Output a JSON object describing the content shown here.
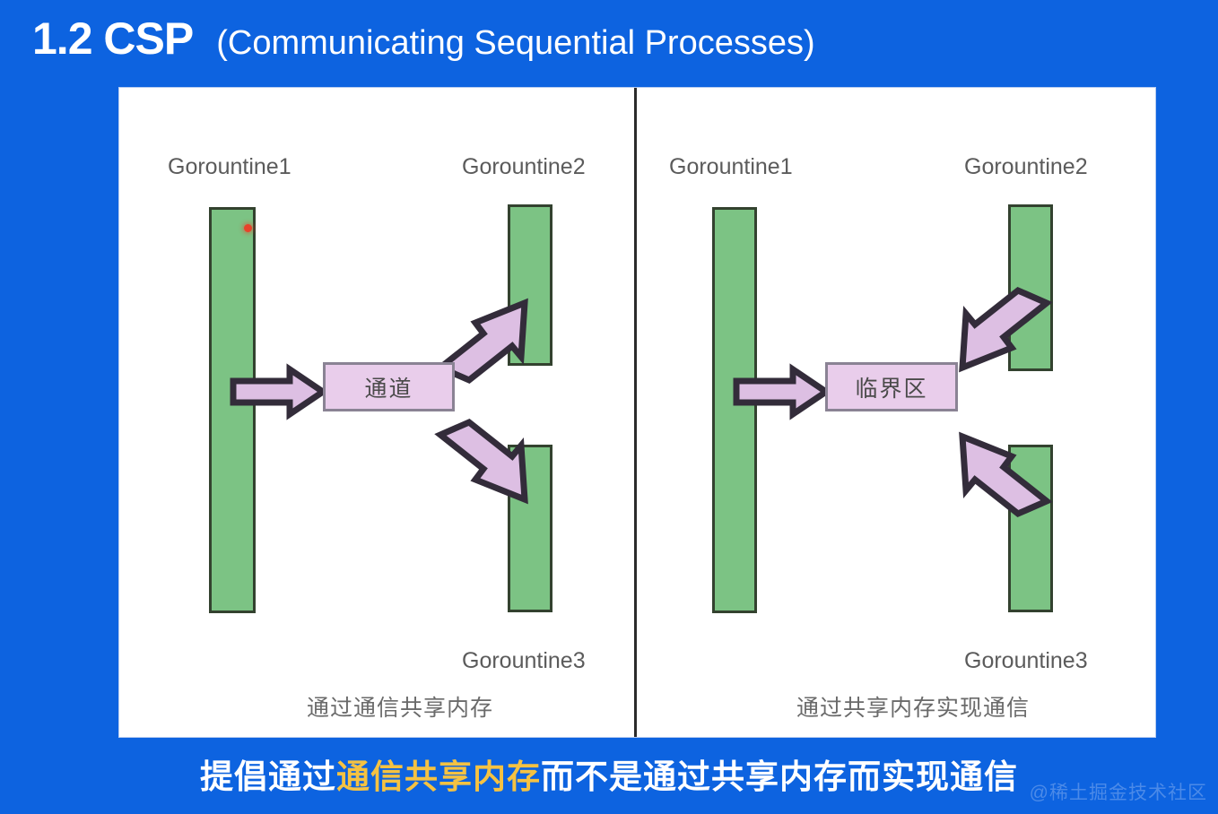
{
  "slide": {
    "background_color": "#0d63e0",
    "title": {
      "number": "1.2 CSP",
      "subtitle": "(Communicating Sequential Processes)"
    }
  },
  "colors": {
    "background_blue": "#0d63e0",
    "board_white": "#ffffff",
    "bar_green": "#7cc384",
    "bar_outline": "#33422f",
    "arrow_purple": "#ddbfe3",
    "arrow_outline": "#332c3a",
    "box_purple": "#e9cdeb",
    "box_outline": "#8a8394",
    "label_gray": "#5b5b5b",
    "caption_gray": "#6a6a6a",
    "highlight_gold": "#f5c242",
    "cursor_red": "#e8422a"
  },
  "left_panel": {
    "name": "communication-shares-memory",
    "labels": {
      "goroutine1": "Gorountine1",
      "goroutine2": "Gorountine2",
      "goroutine3": "Gorountine3"
    },
    "center_box": "通道",
    "caption": "通过通信共享内存",
    "arrows": [
      {
        "name": "arrow-g1-to-channel",
        "direction": "right",
        "from": "Gorountine1",
        "to": "通道"
      },
      {
        "name": "arrow-channel-to-g2",
        "direction": "up-right",
        "from": "通道",
        "to": "Gorountine2"
      },
      {
        "name": "arrow-channel-to-g3",
        "direction": "down-right",
        "from": "通道",
        "to": "Gorountine3"
      }
    ]
  },
  "right_panel": {
    "name": "shared-memory-communication",
    "labels": {
      "goroutine1": "Gorountine1",
      "goroutine2": "Gorountine2",
      "goroutine3": "Gorountine3"
    },
    "center_box": "临界区",
    "caption": "通过共享内存实现通信",
    "arrows": [
      {
        "name": "arrow-g1-to-critical",
        "direction": "right",
        "from": "Gorountine1",
        "to": "临界区"
      },
      {
        "name": "arrow-g2-to-critical",
        "direction": "down-left",
        "from": "Gorountine2",
        "to": "临界区"
      },
      {
        "name": "arrow-g3-to-critical",
        "direction": "up-left",
        "from": "Gorountine3",
        "to": "临界区"
      }
    ]
  },
  "banner": {
    "part1": "提倡通过",
    "highlight": "通信共享内存",
    "part2": "而不是通过共享内存而实现通信"
  },
  "watermark": "@稀土掘金技术社区"
}
